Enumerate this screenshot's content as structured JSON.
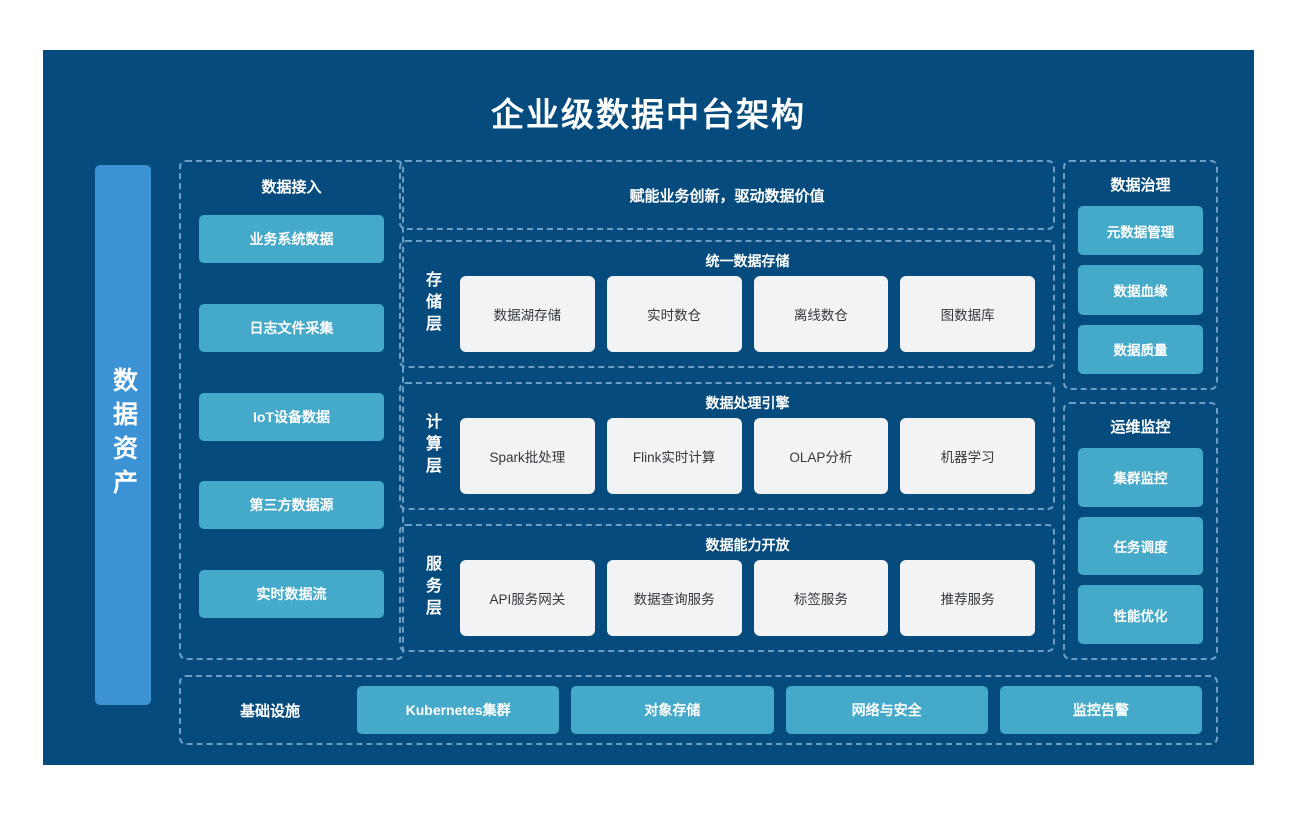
{
  "title": "企业级数据中台架构",
  "colors": {
    "canvas_bg": "#064B7D",
    "asset_bar": "#3B93D6",
    "teal_card": "#45A9C9",
    "white_card": "#F2F3F4",
    "dashed_border": "#6E9EC4",
    "text_light": "#FFFFFF",
    "text_dark": "#33383D"
  },
  "asset_bar": {
    "label": "数据资产"
  },
  "ingest": {
    "header": "数据接入",
    "items": [
      {
        "label": "业务系统数据"
      },
      {
        "label": "日志文件采集"
      },
      {
        "label": "IoT设备数据"
      },
      {
        "label": "第三方数据源"
      },
      {
        "label": "实时数据流"
      }
    ]
  },
  "platform": {
    "banner": "赋能业务创新，驱动数据价值",
    "layers": [
      {
        "vlabel": "存储层",
        "title": "统一数据存储",
        "cards": [
          "数据湖存储",
          "实时数仓",
          "离线数仓",
          "图数据库"
        ]
      },
      {
        "vlabel": "计算层",
        "title": "数据处理引擎",
        "cards": [
          "Spark批处理",
          "Flink实时计算",
          "OLAP分析",
          "机器学习"
        ]
      },
      {
        "vlabel": "服务层",
        "title": "数据能力开放",
        "cards": [
          "API服务网关",
          "数据查询服务",
          "标签服务",
          "推荐服务"
        ]
      }
    ]
  },
  "right_panels": [
    {
      "header": "数据治理",
      "items": [
        "元数据管理",
        "数据血缘",
        "数据质量"
      ]
    },
    {
      "header": "运维监控",
      "items": [
        "集群监控",
        "任务调度",
        "性能优化"
      ]
    }
  ],
  "infrastructure": {
    "label": "基础设施",
    "items": [
      "Kubernetes集群",
      "对象存储",
      "网络与安全",
      "监控告警"
    ]
  }
}
